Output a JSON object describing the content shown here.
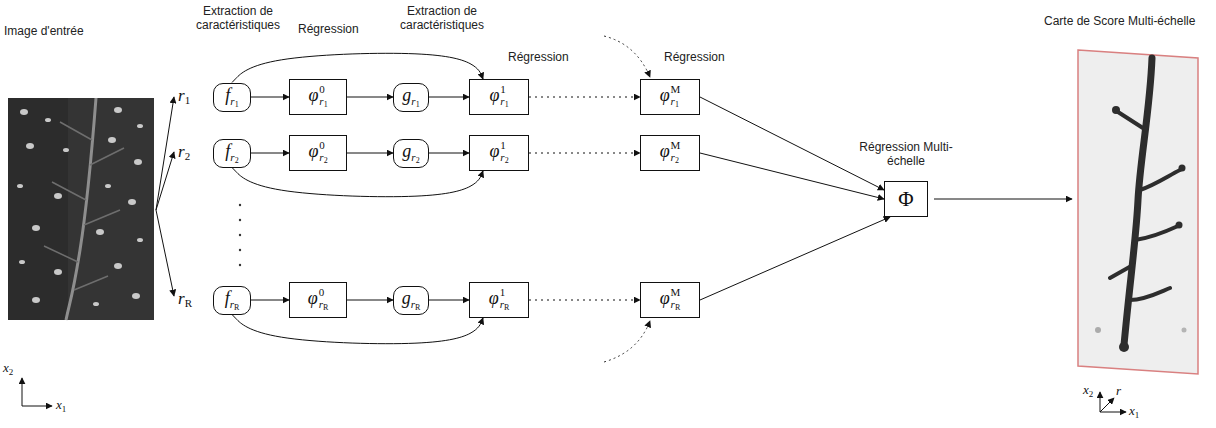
{
  "diagram": {
    "nodes": [
      {
        "text": [
          "f",
          "r1"
        ]
      },
      {
        "text": [
          "φ",
          "0",
          "r1"
        ]
      },
      {
        "text": [
          "g",
          "r1"
        ]
      },
      {
        "text": [
          "φ",
          "1",
          "r1"
        ]
      },
      {
        "text": [
          "φ",
          "M",
          "r1"
        ]
      },
      {
        "text": [
          "f",
          "r2"
        ]
      },
      {
        "text": [
          "φ",
          "0",
          "r2"
        ]
      },
      {
        "text": [
          "g",
          "r2"
        ]
      },
      {
        "text": [
          "φ",
          "1",
          "r2"
        ]
      },
      {
        "text": [
          "φ",
          "M",
          "r2"
        ]
      },
      {
        "text": [
          "f",
          "rR"
        ]
      },
      {
        "text": [
          "φ",
          "0",
          "rR"
        ]
      },
      {
        "text": [
          "g",
          "rR"
        ]
      },
      {
        "text": [
          "φ",
          "1",
          "rR"
        ]
      },
      {
        "text": [
          "φ",
          "M",
          "rR"
        ]
      },
      {
        "text": [
          "Φ"
        ]
      }
    ],
    "edges": [
      {
        "from": 0,
        "to": 1,
        "arrow": "to"
      },
      {
        "from": 1,
        "to": 2,
        "arrow": "to"
      },
      {
        "from": 2,
        "to": 3,
        "arrow": "to"
      },
      {
        "from": 0,
        "to": 3,
        "arrow": "to"
      },
      {
        "from": 3,
        "to": 4,
        "arrow": "to"
      },
      {
        "from": 4,
        "to": 15,
        "arrow": "to"
      },
      {
        "from": 5,
        "to": 6,
        "arrow": "to"
      },
      {
        "from": 6,
        "to": 7,
        "arrow": "to"
      },
      {
        "from": 7,
        "to": 8,
        "arrow": "to"
      },
      {
        "from": 5,
        "to": 8,
        "arrow": "to"
      },
      {
        "from": 8,
        "to": 9,
        "arrow": "to"
      },
      {
        "from": 9,
        "to": 15,
        "arrow": "to"
      },
      {
        "from": 10,
        "to": 11,
        "arrow": "to"
      },
      {
        "from": 11,
        "to": 12,
        "arrow": "to"
      },
      {
        "from": 12,
        "to": 13,
        "arrow": "to"
      },
      {
        "from": 10,
        "to": 13,
        "arrow": "to"
      },
      {
        "from": 13,
        "to": 14,
        "arrow": "to"
      },
      {
        "from": 14,
        "to": 15,
        "arrow": "to"
      }
    ],
    "labels": [
      "Image d'entrée",
      "Extraction de caractéristiques",
      "Régression",
      "Extraction de caractéristiques",
      "Régression",
      "Régression",
      "Régression Multi-échelle",
      "Carte de Score Multi-échelle",
      "r1",
      "r2",
      "rR",
      "x2",
      "x1",
      "x2",
      "r",
      "x1"
    ]
  }
}
